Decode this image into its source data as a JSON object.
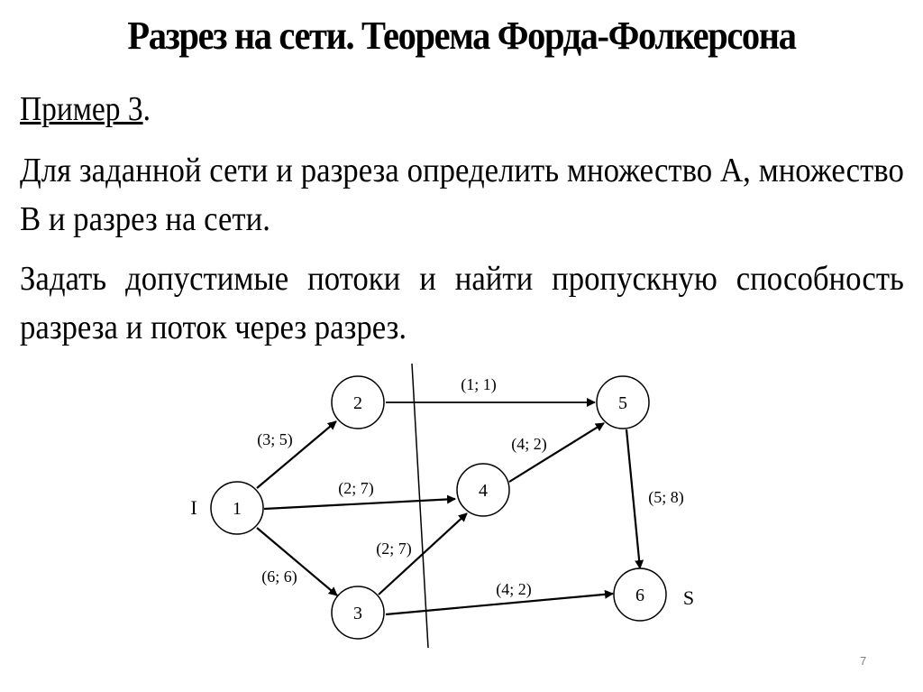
{
  "slide": {
    "title": "Разрез на сети. Теорема Форда-Фолкерсона",
    "example_label": "Пример 3",
    "example_suffix": ".",
    "paragraph1": "Для заданной сети и разреза определить множество А, множество В и разрез на сети.",
    "paragraph2": "Задать допустимые потоки и найти пропускную способность разреза и поток через разрез.",
    "page_number": "7"
  },
  "diagram": {
    "source_label": "I",
    "sink_label": "S",
    "nodes": [
      {
        "id": "1",
        "label": "1"
      },
      {
        "id": "2",
        "label": "2"
      },
      {
        "id": "3",
        "label": "3"
      },
      {
        "id": "4",
        "label": "4"
      },
      {
        "id": "5",
        "label": "5"
      },
      {
        "id": "6",
        "label": "6"
      }
    ],
    "edges": [
      {
        "from": "1",
        "to": "2",
        "label": "(3; 5)"
      },
      {
        "from": "1",
        "to": "4",
        "label": "(2; 7)"
      },
      {
        "from": "1",
        "to": "3",
        "label": "(6; 6)"
      },
      {
        "from": "2",
        "to": "5",
        "label": "(1; 1)"
      },
      {
        "from": "3",
        "to": "4",
        "label": "(2; 7)"
      },
      {
        "from": "3",
        "to": "6",
        "label": "(4; 2)"
      },
      {
        "from": "4",
        "to": "5",
        "label": "(4; 2)"
      },
      {
        "from": "5",
        "to": "6",
        "label": "(5; 8)"
      }
    ],
    "cut_line": "cut"
  }
}
